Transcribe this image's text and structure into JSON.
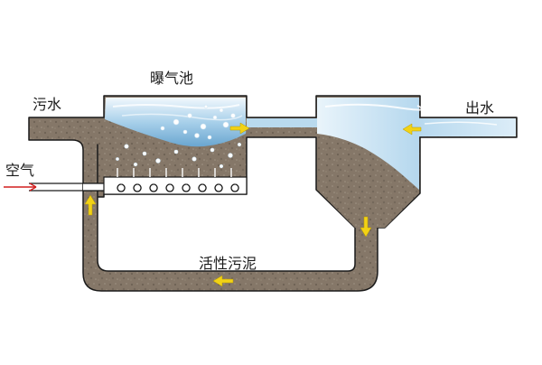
{
  "labels": {
    "aeration_tank": "曝气池",
    "sewage": "污水",
    "effluent": "出水",
    "air": "空气",
    "activated_sludge": "活性污泥"
  },
  "colors": {
    "pipe_fill": "#8a7c6e",
    "outline": "#1a1a1a",
    "water_light": "#e4f1fa",
    "water_mid": "#9fcbe6",
    "water_dark": "#5d9cc8",
    "flow_arrow": "#f2d215",
    "air_arrow": "#d21f1f",
    "diffuser_bubble": "#ffffff"
  },
  "icons": {
    "flow": "arrow-icon",
    "air": "red-arrow-icon",
    "bubbles": "bubble-icon",
    "diffuser": "diffuser-icon"
  }
}
